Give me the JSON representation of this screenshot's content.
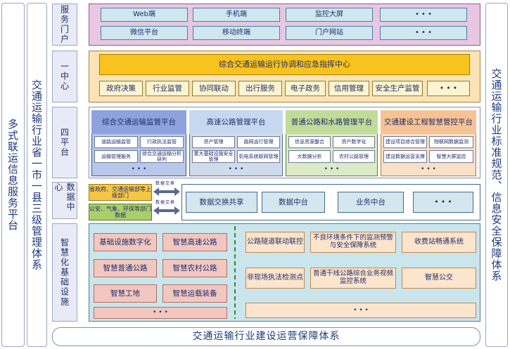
{
  "sidebars": {
    "left_outer": "多式联运信息服务平台",
    "left_inner": "交通运输行业省一市一县三级管理体系",
    "right": "交通运输行业标准规范、信息安全保障体系"
  },
  "layers": {
    "portal": "服务门户",
    "center": "一中心",
    "platforms": "四平台",
    "data_center": "数据中心",
    "infra": "智慧化基础设施"
  },
  "portal": {
    "row1": [
      "Web端",
      "手机端",
      "监控大屏",
      "• • •"
    ],
    "row2": [
      "微信平台",
      "移动终端",
      "门户网站",
      "• • •"
    ]
  },
  "center": {
    "title": "综合交通运输运行协调和应急指挥中心",
    "items": [
      "政府决策",
      "行业监管",
      "协同联动",
      "出行服务",
      "电子政务",
      "信用管理",
      "安全生产监管",
      "• • •"
    ]
  },
  "platforms": [
    {
      "title": "综合交通运输监管平台",
      "cells": [
        "道路运输监管",
        "行政执法监管",
        "运输管理服务",
        "综合交通运输分析研判"
      ],
      "more": "• • •"
    },
    {
      "title": "高速公路管理平台",
      "cells": [
        "资产管理",
        "路网运行管理",
        "重大基础设施安全管理",
        "机电系统联网管理"
      ],
      "more": "• • •"
    },
    {
      "title": "普通公路和水路管理平台",
      "cells": [
        "信息资源整合",
        "资产数字化",
        "大数据分析",
        "农村公路管理"
      ],
      "more": "• • •"
    },
    {
      "title": "交通建设工程智慧管控平台",
      "cells": [
        "建设项目综合管理",
        "物联网数据监测",
        "建设数据运营支撑",
        "智慧大屏监控"
      ],
      "more": "• • •"
    }
  ],
  "data_center": {
    "sources": [
      "省政府、交通运输部等上级部门",
      "公安、气象、环保等部门数据"
    ],
    "arrow_label": "数据交换",
    "items": [
      "数据交换共享",
      "数据中台",
      "业务中台",
      "• • •"
    ]
  },
  "infra": {
    "left": [
      "基础设施数字化",
      "智慧高速公路",
      "智慧普通公路",
      "智慧农村公路",
      "智慧工地",
      "智慧运载装备",
      "• • •"
    ],
    "right": [
      "公路隧道联动联控",
      "不良环境条件下的监测预警与安全保障系统",
      "收费站畅通系统",
      "非现场执法检测点",
      "普通干线公路综合业务视频监控系统",
      "智慧公交",
      "• • •"
    ]
  },
  "footer": "交通运输行业建设运营保障体系"
}
